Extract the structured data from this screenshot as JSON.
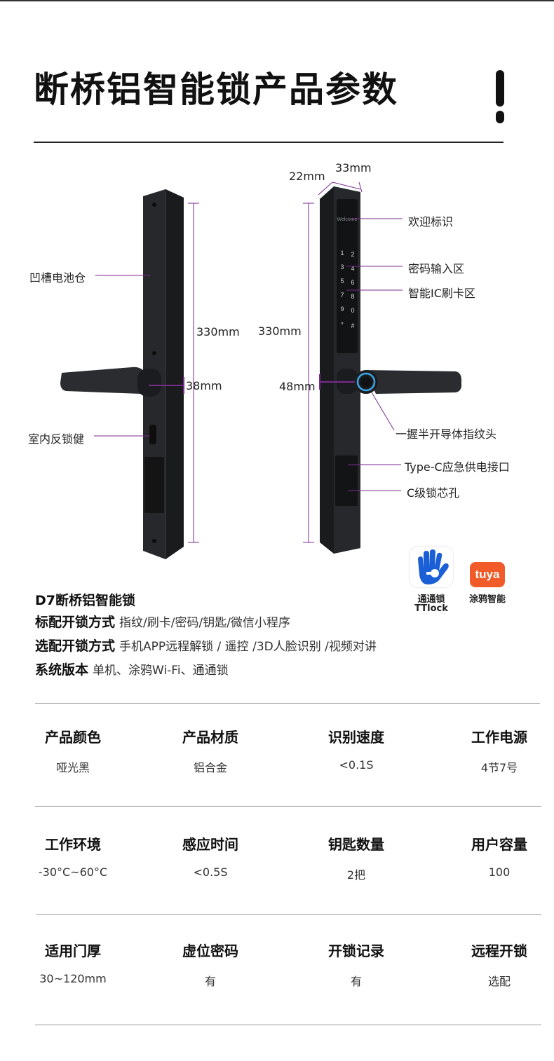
{
  "header": {
    "title": "断桥铝智能锁产品参数"
  },
  "figure": {
    "dimensions": {
      "width_a": "22mm",
      "width_b": "33mm",
      "height_left": "330mm",
      "height_right": "330mm",
      "depth_left": "38mm",
      "depth_right": "48mm"
    },
    "callouts": {
      "battery": "凹槽电池仓",
      "reverse_lock": "室内反锁健",
      "welcome": "欢迎标识",
      "keypad": "密码输入区",
      "ic_card": "智能IC刷卡区",
      "fingerprint": "一握半开导体指纹头",
      "type_c": "Type-C应急供电接口",
      "lock_core": "C级锁芯孔"
    },
    "panel_text": "Welcome",
    "keypad_keys": [
      "1",
      "2",
      "3",
      "4",
      "5",
      "6",
      "7",
      "8",
      "9",
      "0",
      "*",
      "#"
    ]
  },
  "logos": {
    "ttlock_cn": "通通锁",
    "ttlock_en": "TTlock",
    "tuya_word": "tuya",
    "tuya_cn": "涂鸦智能"
  },
  "intro": {
    "model": "D7断桥铝智能锁",
    "rows": [
      {
        "key": "标配开锁方式",
        "value": "指纹/刷卡/密码/钥匙/微信小程序"
      },
      {
        "key": "选配开锁方式",
        "value": "手机APP远程解锁 / 遥控 /3D人脸识别 /视频对讲"
      },
      {
        "key": "系统版本",
        "value": "单机、涂鸦Wi-Fi、通通锁"
      }
    ]
  },
  "specs": [
    [
      {
        "label": "产品颜色",
        "value": "哑光黑"
      },
      {
        "label": "产品材质",
        "value": "铝合金"
      },
      {
        "label": "识别速度",
        "value": "<0.1S"
      },
      {
        "label": "工作电源",
        "value": "4节7号"
      }
    ],
    [
      {
        "label": "工作环境",
        "value": "-30°C~60°C"
      },
      {
        "label": "感应时间",
        "value": "<0.5S"
      },
      {
        "label": "钥匙数量",
        "value": "2把"
      },
      {
        "label": "用户容量",
        "value": "100"
      }
    ],
    [
      {
        "label": "适用门厚",
        "value": "30~120mm"
      },
      {
        "label": "虚位密码",
        "value": "有"
      },
      {
        "label": "开锁记录",
        "value": "有"
      },
      {
        "label": "远程开锁",
        "value": "选配"
      }
    ]
  ]
}
